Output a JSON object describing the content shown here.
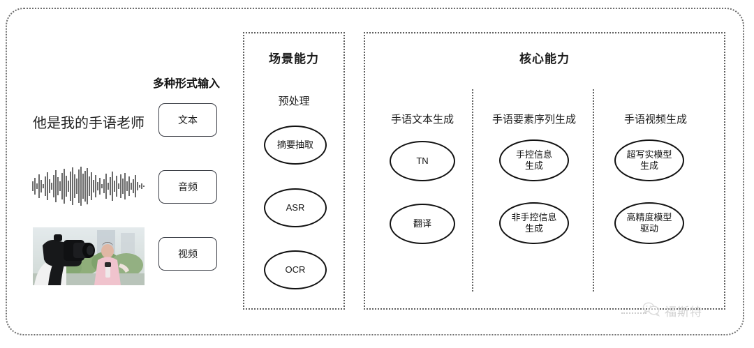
{
  "diagram": {
    "inputs": {
      "title": "多种形式输入",
      "sentence": "他是我的手语老师",
      "waveform_label": "audio-waveform",
      "video_label": "video-thumbnail",
      "modalities": [
        {
          "label": "文本"
        },
        {
          "label": "音频"
        },
        {
          "label": "视频"
        }
      ]
    },
    "scene_panel": {
      "title": "场景能力",
      "column_header": "预处理",
      "nodes": [
        {
          "label": "摘要抽取"
        },
        {
          "label": "ASR"
        },
        {
          "label": "OCR"
        }
      ]
    },
    "core_panel": {
      "title": "核心能力",
      "columns": [
        {
          "header": "手语文本生成",
          "nodes": [
            {
              "label": "TN"
            },
            {
              "label": "翻译"
            }
          ]
        },
        {
          "header": "手语要素序列生成",
          "nodes": [
            {
              "label": "手控信息\n生成"
            },
            {
              "label": "非手控信息\n生成"
            }
          ]
        },
        {
          "header": "手语视频生成",
          "nodes": [
            {
              "label": "超写实模型\n生成"
            },
            {
              "label": "高精度模型\n驱动"
            }
          ]
        }
      ]
    },
    "watermark": {
      "text": "福斯特",
      "icon": "wechat-icon"
    },
    "colors": {
      "frame": "#6d6d6d",
      "panel_border": "#5f5f5f",
      "node_stroke": "#111111",
      "text": "#1b1b1b",
      "watermark": "#b9b9b9"
    }
  }
}
